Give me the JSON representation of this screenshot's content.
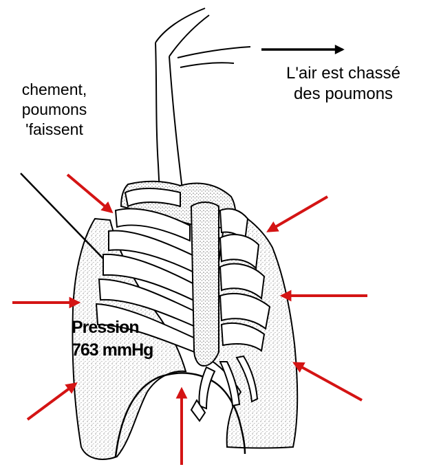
{
  "labels": {
    "expulsion": {
      "line1": "L'air est chassé",
      "line2": "des poumons"
    },
    "collapse": {
      "line1": "chement,",
      "line2": "poumons",
      "line3": "'faissent"
    },
    "pressure": {
      "line1": "Pression",
      "line2": "763 mmHg"
    }
  },
  "colors": {
    "arrow": "#d41414",
    "ink": "#000000",
    "background": "#ffffff",
    "stipple": "#8a8a8a"
  },
  "icons": {
    "outflow_arrow": "arrow-right-icon",
    "pressure_arrows": "red-arrow-icon"
  }
}
